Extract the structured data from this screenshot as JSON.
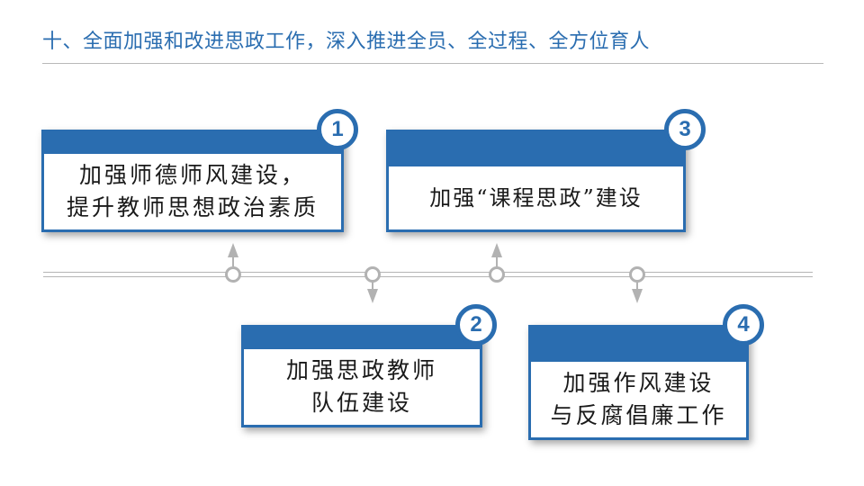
{
  "title": "十、全面加强和改进思政工作，深入推进全员、全过程、全方位育人",
  "colors": {
    "accent": "#2a6db0",
    "timeline": "#b2b2b2"
  },
  "cards": [
    {
      "number": "1",
      "text": "加强师德师风建设，\n提升教师思想政治素质"
    },
    {
      "number": "2",
      "text": "加强思政教师\n队伍建设"
    },
    {
      "number": "3",
      "text": "加强“课程思政”建设"
    },
    {
      "number": "4",
      "text": "加强作风建设\n与反腐倡廉工作"
    }
  ]
}
